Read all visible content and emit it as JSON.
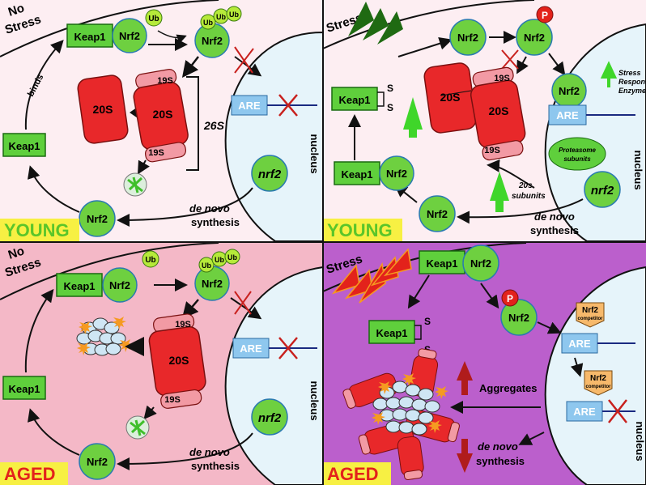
{
  "panels": {
    "tl": {
      "stress_label_1": "No",
      "stress_label_2": "Stress",
      "age_label": "YOUNG",
      "keap1": "Keap1",
      "nrf2": "Nrf2",
      "ub": "Ub",
      "binds": "binds",
      "p20s": "20S",
      "p19s": "19S",
      "p26s": "26S",
      "are": "ARE",
      "nrf2_gene": "nrf2",
      "denovo": "de novo",
      "synthesis": "synthesis",
      "nucleus": "nucleus"
    },
    "tr": {
      "stress_label": "Stress",
      "age_label": "YOUNG",
      "keap1": "Keap1",
      "nrf2": "Nrf2",
      "p": "P",
      "s": "S",
      "p20s": "20S",
      "p19s": "19S",
      "are": "ARE",
      "stress_enzymes_1": "Stress",
      "stress_enzymes_2": "Responsive",
      "stress_enzymes_3": "Enzymes",
      "proteasome_1": "Proteasome",
      "proteasome_2": "subunits",
      "subunits_20s_1": "20s",
      "subunits_20s_2": "subunits",
      "nrf2_gene": "nrf2",
      "denovo": "de novo",
      "synthesis": "synthesis",
      "nucleus": "nucleus"
    },
    "bl": {
      "stress_label_1": "No",
      "stress_label_2": "Stress",
      "age_label": "AGED",
      "keap1": "Keap1",
      "nrf2": "Nrf2",
      "ub": "Ub",
      "p20s": "20S",
      "p19s": "19S",
      "are": "ARE",
      "nrf2_gene": "nrf2",
      "denovo": "de novo",
      "synthesis": "synthesis",
      "nucleus": "nucleus"
    },
    "br": {
      "stress_label": "Stress",
      "age_label": "AGED",
      "keap1": "Keap1",
      "nrf2": "Nrf2",
      "p": "P",
      "s": "S",
      "competitor_1": "Nrf2",
      "competitor_2": "competitor",
      "are": "ARE",
      "aggregates": "Aggregates",
      "denovo": "de novo",
      "synthesis": "synthesis",
      "nucleus": "nucleus"
    }
  },
  "colors": {
    "young_bg": "#fdeef2",
    "aged_nostress_bg": "#f4b8c7",
    "aged_stress_bg": "#bb5fcc",
    "nucleus": "#e6f4fa",
    "protein_green": "#6ed040",
    "keap_green": "#5fcf3c",
    "proteasome_red": "#e8282a",
    "cap_pink": "#f29aa4",
    "are_blue": "#8ec7ee",
    "label_yellow": "#f7f043",
    "label_red": "#e3221b",
    "label_green": "#5ac52a",
    "cross_red": "#c8201d",
    "aggregate": "#cfe6f4"
  }
}
